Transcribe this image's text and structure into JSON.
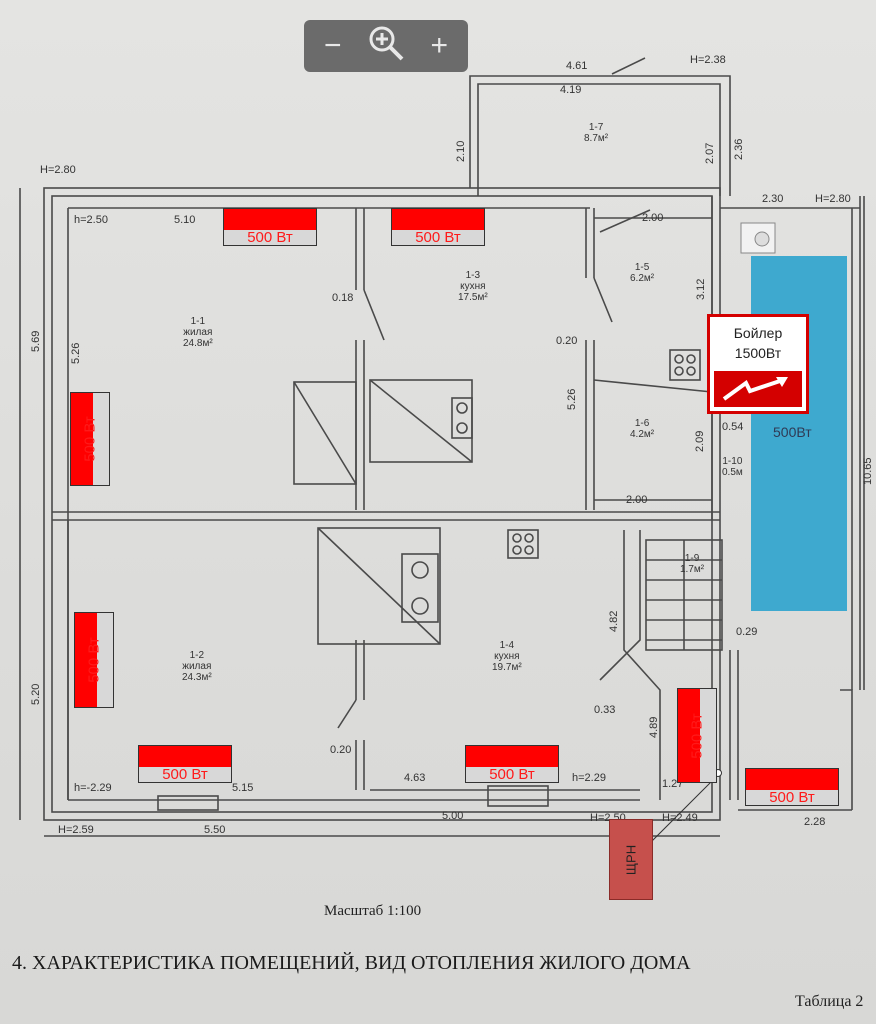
{
  "zoom": {
    "out_icon": "minus-icon",
    "zoom_icon": "magnifier-plus-icon",
    "in_icon": "plus-icon"
  },
  "heater_label": "500 Вт",
  "floor_heating_label": "500Вт",
  "boiler": {
    "line1": "Бойлер",
    "line2": "1500Вт"
  },
  "panel_label": "ЩРН",
  "scale_text": "Масштаб 1:100",
  "heading": "4. ХАРАКТЕРИСТИКА ПОМЕЩЕНИЙ, ВИД ОТОПЛЕНИЯ ЖИЛОГО ДОМА",
  "table_caption": "Таблица 2",
  "rooms": {
    "r11": {
      "id": "1-1",
      "name": "жилая",
      "area": "24.8м²"
    },
    "r12": {
      "id": "1-2",
      "name": "жилая",
      "area": "24.3м²"
    },
    "r13": {
      "id": "1-3",
      "name": "кухня",
      "area": "17.5м²"
    },
    "r14": {
      "id": "1-4",
      "name": "кухня",
      "area": "19.7м²"
    },
    "r15": {
      "id": "1-5",
      "area": "6.2м²"
    },
    "r16": {
      "id": "1-6",
      "area": "4.2м²"
    },
    "r17": {
      "id": "1-7",
      "area": "8.7м²"
    },
    "r19": {
      "id": "1-9",
      "area": "1.7м²"
    },
    "r110": {
      "id": "1-10",
      "area": "0.5м"
    }
  },
  "dims": {
    "d461": "4.61",
    "d419": "4.19",
    "h238": "H=2.38",
    "d210": "2.10",
    "d207": "2.07",
    "d236": "2.36",
    "h280a": "H=2.80",
    "h250": "h=2.50",
    "d510": "5.10",
    "d200a": "2.00",
    "d312": "3.12",
    "d230": "2.30",
    "h280b": "H=2.80",
    "d569": "5.69",
    "d526a": "5.26",
    "d018": "0.18",
    "d020a": "0.20",
    "d526b": "5.26",
    "d209": "2.09",
    "d054": "0.54",
    "d1065": "10.65",
    "d200b": "2.00",
    "d482": "4.82",
    "d029": "0.29",
    "d520": "5.20",
    "d033": "0.33",
    "d489": "4.89",
    "d020b": "0.20",
    "h229a": "h=-2.29",
    "d515": "5.15",
    "d463": "4.63",
    "h229b": "h=2.29",
    "d127": "1.27",
    "h259": "H=2.59",
    "d550": "5.50",
    "d500": "5.00",
    "h250b": "H=2.50",
    "h249": "H=2.49",
    "d228": "2.28"
  }
}
